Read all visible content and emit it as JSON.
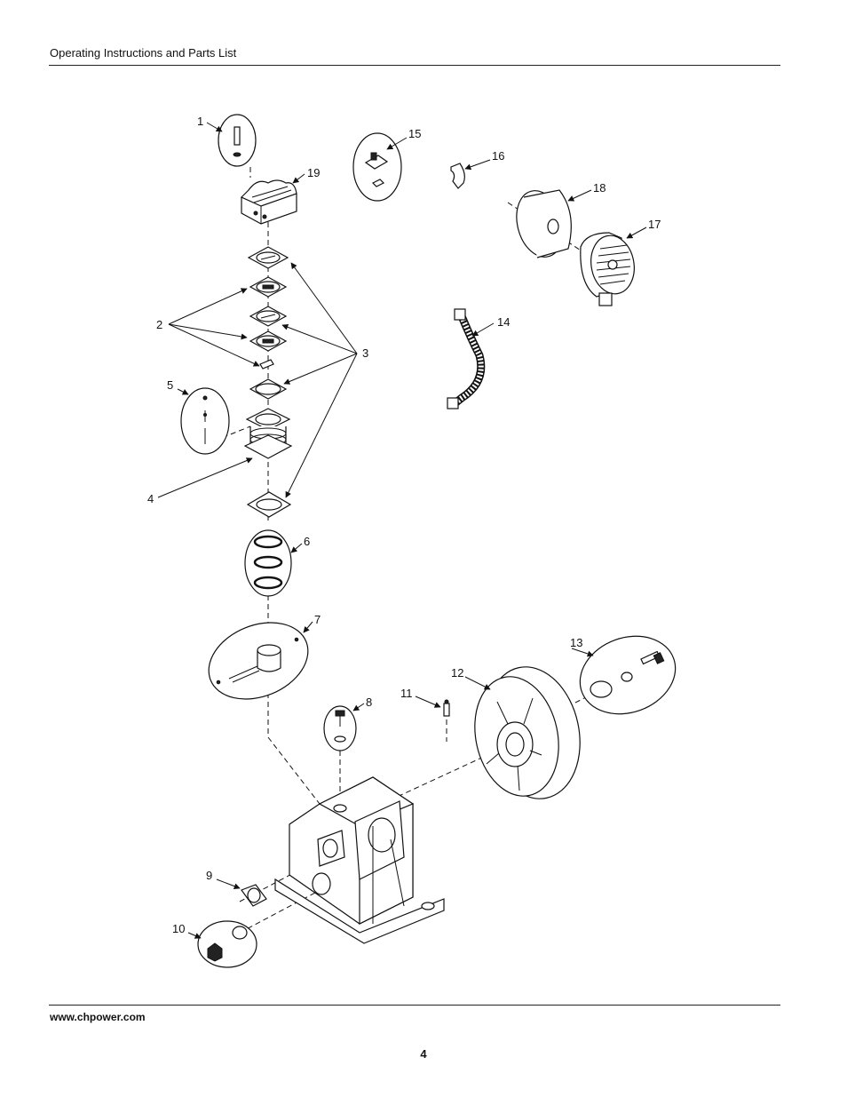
{
  "header": {
    "title": "Operating Instructions and Parts List"
  },
  "footer": {
    "url": "www.chpower.com",
    "page_number": "4"
  },
  "callouts": {
    "c1": "1",
    "c2": "2",
    "c3": "3",
    "c4": "4",
    "c5": "5",
    "c6": "6",
    "c7": "7",
    "c8": "8",
    "c9": "9",
    "c10": "10",
    "c11": "11",
    "c12": "12",
    "c13": "13",
    "c14": "14",
    "c15": "15",
    "c16": "16",
    "c17": "17",
    "c18": "18",
    "c19": "19"
  }
}
